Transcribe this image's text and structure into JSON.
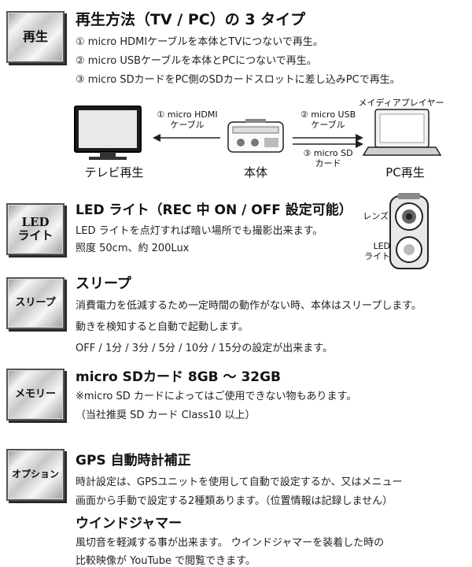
{
  "sections": {
    "playback": {
      "badge": "再生",
      "title": "再生方法（TV / PC）の 3 タイプ",
      "lines": [
        "① micro HDMIケーブルを本体とTVにつないで再生。",
        "② micro USBケーブルを本体とPCにつないで再生。",
        "③ micro SDカードをPC側のSDカードスロットに差し込みPCで再生。"
      ],
      "diagram": {
        "tv_caption": "テレビ再生",
        "body_caption": "本体",
        "pc_caption": "PC再生",
        "media_player": "メイディアプレイヤー",
        "hdmi_label": [
          "① micro HDMI",
          "ケーブル"
        ],
        "usb_label": [
          "② micro USB",
          "ケーブル"
        ],
        "sd_label": [
          "③ micro SD",
          "カード"
        ]
      }
    },
    "led": {
      "badge": [
        "LED",
        "ライト"
      ],
      "title": "LED ライト（REC 中 ON / OFF 設定可能）",
      "lines": [
        "LED ライトを点灯すれば暗い場所でも撮影出来ます。",
        "照度 50cm、約 200Lux"
      ],
      "lens_label": "レンズ",
      "led_label": [
        "LED",
        "ライト"
      ]
    },
    "sleep": {
      "badge": "スリープ",
      "title": "スリープ",
      "lines": [
        "消費電力を低減するため一定時間の動作がない時、本体はスリープします。",
        "動きを検知すると自動で起動します。",
        "OFF / 1分 / 3分 / 5分 / 10分 / 15分の設定が出来ます。"
      ]
    },
    "memory": {
      "badge": "メモリー",
      "title": "micro SDカード 8GB ～ 32GB",
      "lines": [
        "※micro SD カードによってはご使用できない物もあります。",
        "（当社推奨 SD カード Class10 以上）"
      ]
    },
    "option": {
      "badge": "オプション",
      "gps_title": "GPS 自動時計補正",
      "gps_lines": [
        "時計設定は、GPSユニットを使用して自動で設定するか、又はメニュー",
        "画面から手動で設定する2種類あります。（位置情報は記録しません）"
      ],
      "wind_title": "ウインドジャマー",
      "wind_lines": [
        "風切音を軽減する事が出来ます。 ウインドジャマーを装着した時の",
        "比較映像が YouTube で閲覧できます。"
      ]
    }
  }
}
